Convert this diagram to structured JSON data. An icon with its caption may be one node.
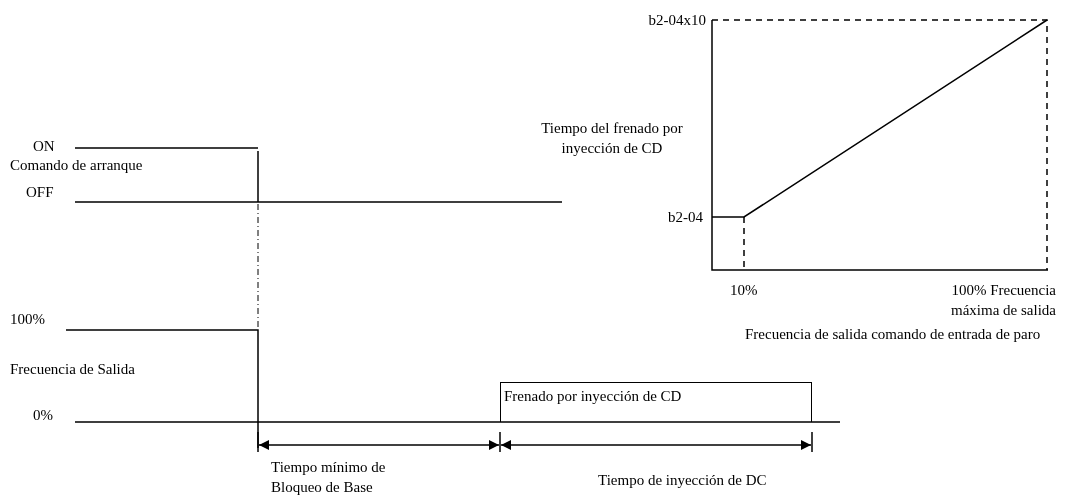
{
  "diagram": {
    "nodes": [
      {
        "text": [
          "Frenado por inyección de CD"
        ]
      }
    ],
    "labels": [
      "b2-04x10",
      "Tiempo del frenado por inyección de CD",
      "ON",
      "Comando de arranque",
      "OFF",
      "b2-04",
      "100%",
      "10%",
      "100% Frecuencia máxima de salida",
      "Frecuencia de Salida",
      "Frecuencia de salida comando de entrada de paro",
      "0%",
      "Tiempo mínimo de Bloqueo de Base",
      "Tiempo de inyección de DC"
    ]
  }
}
